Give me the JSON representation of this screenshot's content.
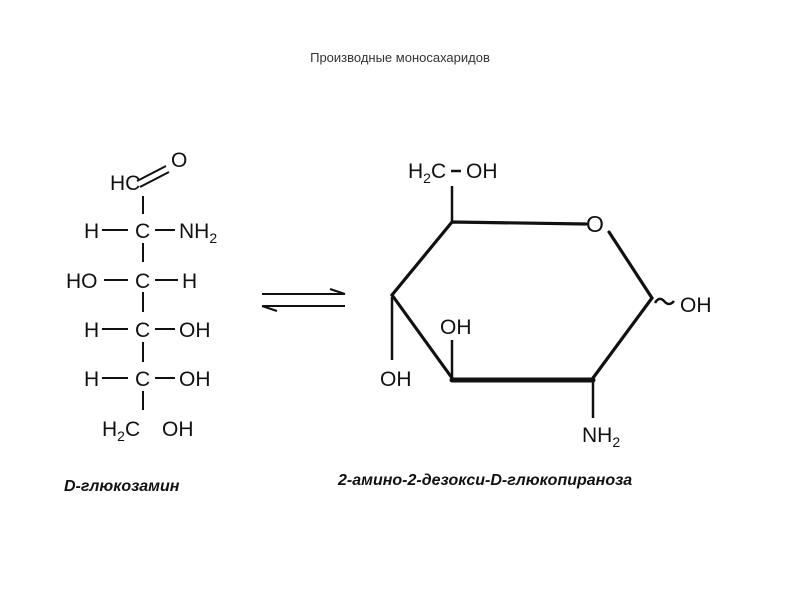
{
  "title": "Производные моносахаридов",
  "left_molecule": {
    "caption": "D-глюкозамин",
    "rows": [
      {
        "left": "",
        "center": "HC",
        "right": "O"
      },
      {
        "left": "H",
        "center": "C",
        "right": "NH",
        "right_sub": "2"
      },
      {
        "left": "HO",
        "center": "C",
        "right": "H"
      },
      {
        "left": "H",
        "center": "C",
        "right": "OH"
      },
      {
        "left": "H",
        "center": "C",
        "right": "OH"
      },
      {
        "left": "H",
        "left_sub": "2",
        "center": "C",
        "right": "OH"
      }
    ]
  },
  "right_molecule": {
    "caption": "2-амино-2-дезокси-D-глюкопираноза",
    "ch2oh": {
      "h": "H",
      "sub": "2",
      "c": "C",
      "oh": "OH"
    },
    "ring_o": "O",
    "anomeric_oh": "OH",
    "oh_c3": "OH",
    "oh_c4": "OH",
    "nh2": {
      "n": "NH",
      "sub": "2"
    }
  },
  "arrows": "equilibrium"
}
